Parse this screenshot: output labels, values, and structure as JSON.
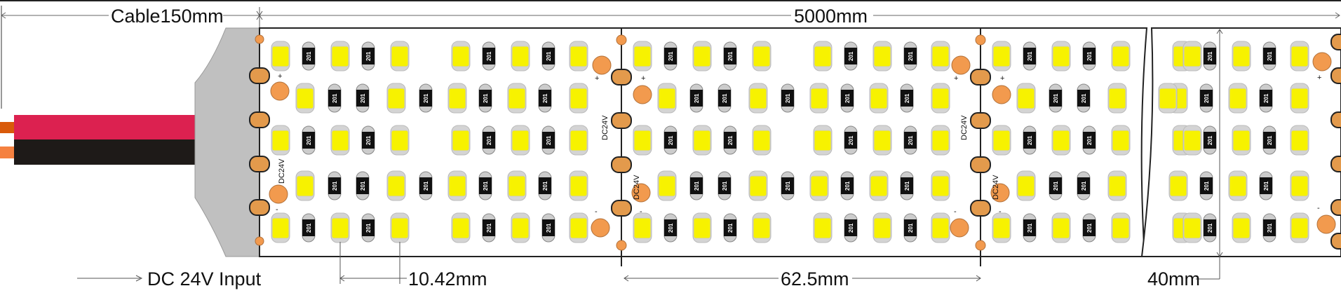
{
  "dimensions": {
    "cable_length": "Cable150mm",
    "strip_length": "5000mm",
    "input_label": "DC 24V Input",
    "led_pitch": "10.42mm",
    "cut_length": "62.5mm",
    "strip_width": "40mm"
  },
  "pcb": {
    "voltage_marking": "DC24V",
    "plus_sign": "+",
    "minus_sign": "-",
    "resistor_code": "201"
  },
  "colors": {
    "led": "#f7f200",
    "pad": "#e39a4c",
    "solder": "#f29a4e",
    "wire_red": "#dc2150",
    "wire_black": "#1e1a18",
    "connector": "#c0c0c0"
  }
}
